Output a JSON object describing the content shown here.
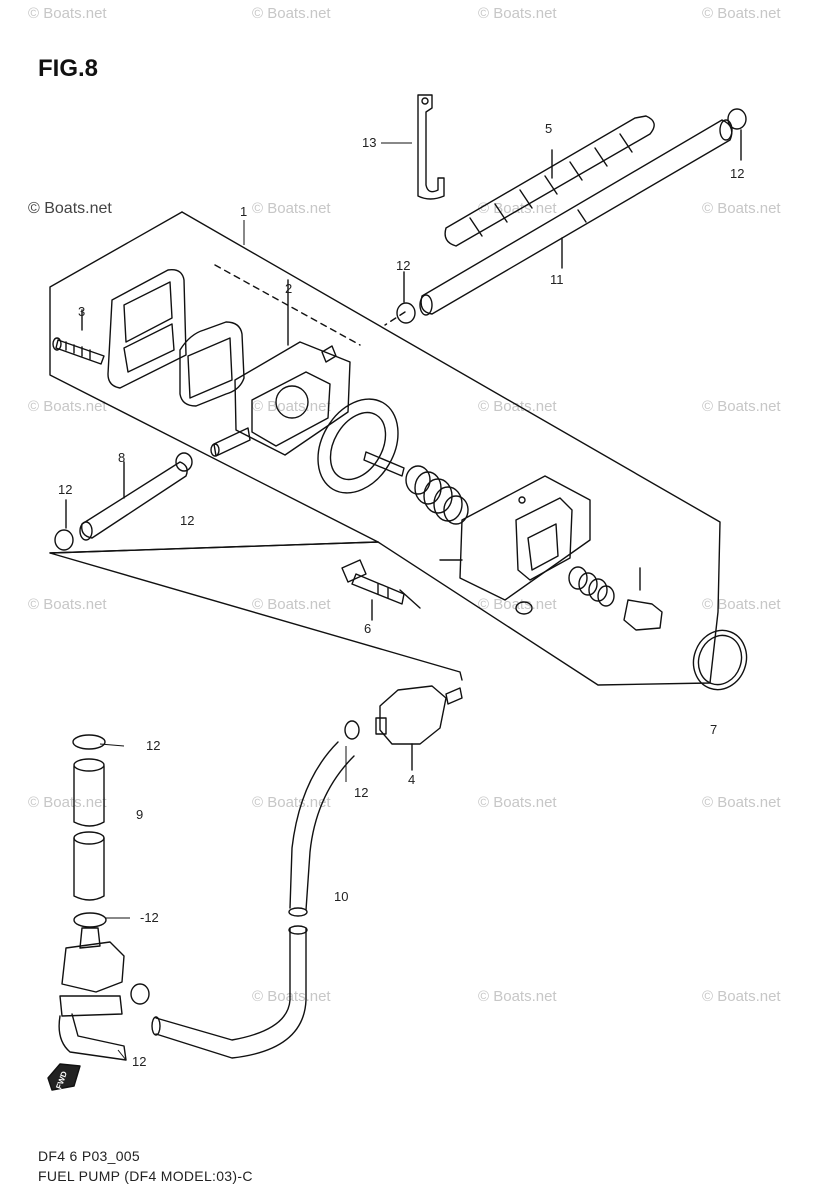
{
  "figure": {
    "title": "FIG.8",
    "code": "DF4 6 P03_005",
    "caption": "FUEL PUMP (DF4 MODEL:03)-C"
  },
  "watermark": "© Boats.net",
  "part_labels": {
    "p1": "1",
    "p2": "2",
    "p3": "3",
    "p4": "4",
    "p5": "5",
    "p6": "6",
    "p7": "7",
    "p8": "8",
    "p9": "9",
    "p10": "10",
    "p11": "11",
    "p12": "12",
    "p12n": "-12",
    "p13": "13"
  },
  "direction_badge": "FWD"
}
